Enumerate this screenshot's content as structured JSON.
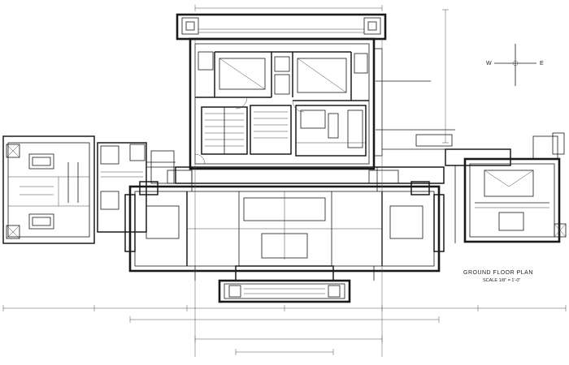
{
  "drawing": {
    "title": "GROUND FLOOR PLAN",
    "subtitle": "SCALE 1/8\" = 1'-0\"",
    "compass": {
      "west": "W",
      "east": "E"
    }
  }
}
